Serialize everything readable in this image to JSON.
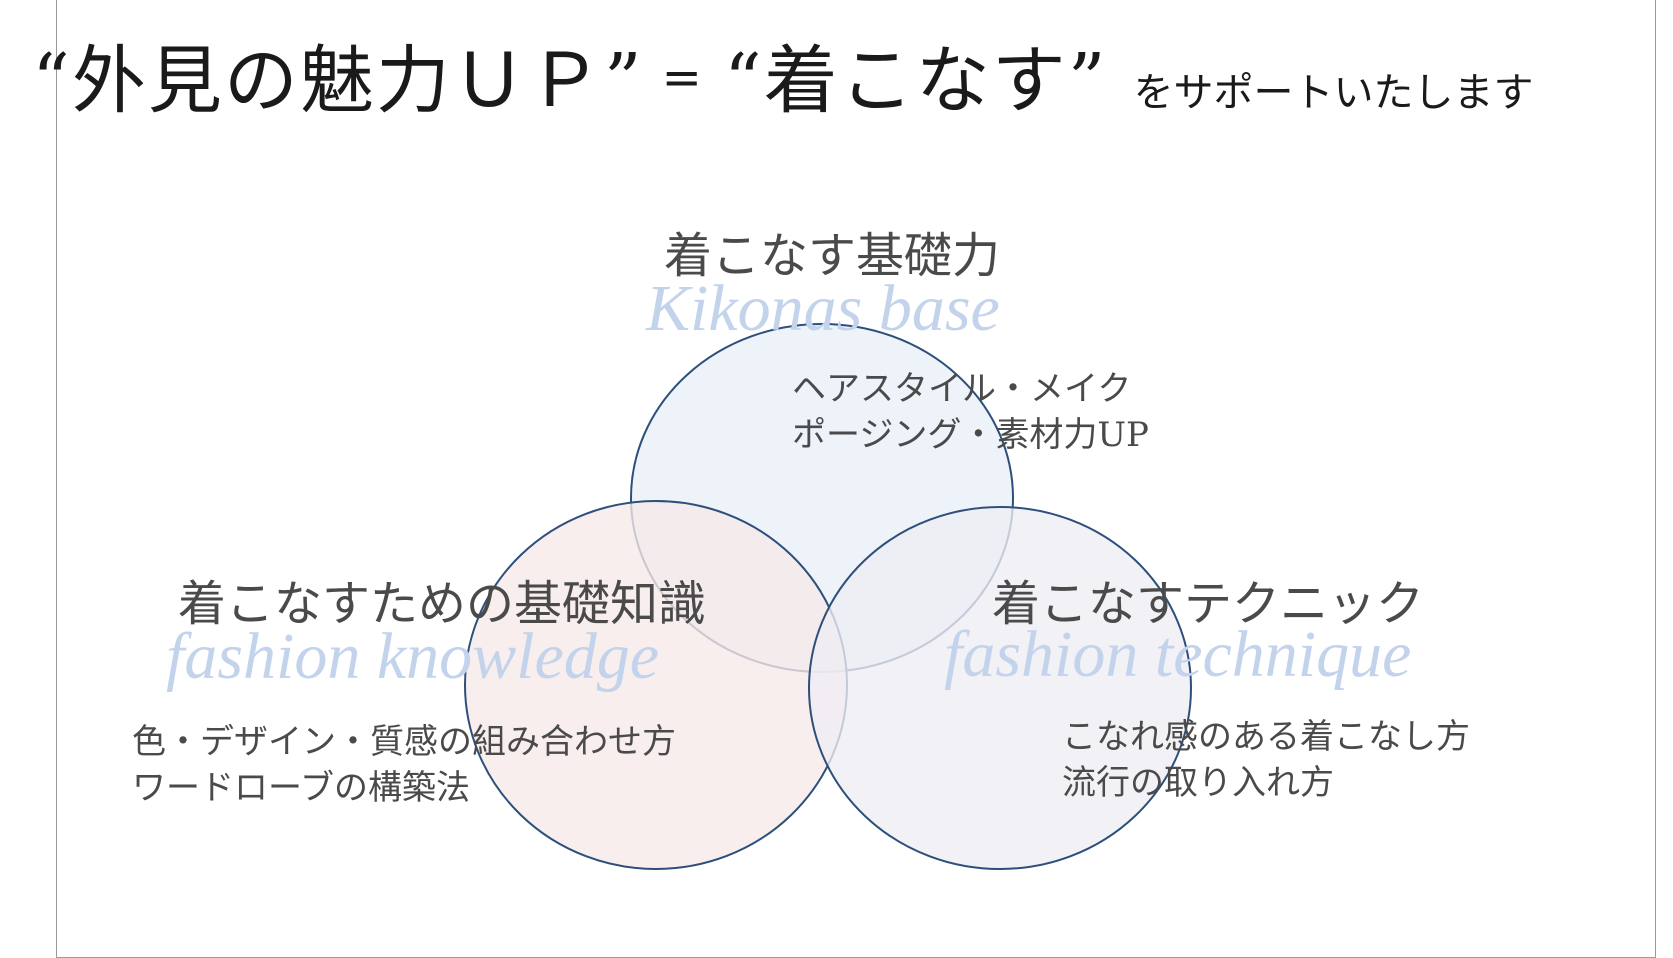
{
  "headline": {
    "part1": "“外見の魅力ＵＰ”",
    "equals": "=",
    "part2": "“着こなす”",
    "part3": "をサポートいたします"
  },
  "circles": {
    "top": {
      "title_jp": "着こなす基礎力",
      "title_en": "Kikonas base",
      "items": [
        "ヘアスタイル・メイク",
        "ポージング・素材力UP"
      ],
      "fill": "#e9eef7"
    },
    "left": {
      "title_jp": "着こなすための基礎知識",
      "title_en": "fashion knowledge",
      "items": [
        "色・デザイン・質感の組み合わせ方",
        "ワードローブの構築法"
      ],
      "fill": "#f6e9e9"
    },
    "right": {
      "title_jp": "着こなすテクニック",
      "title_en": "fashion technique",
      "items": [
        "こなれ感のある着こなし方",
        "流行の取り入れ方"
      ],
      "fill": "#eeedf4"
    }
  },
  "colors": {
    "circle_stroke": "#2d4f7c",
    "english_label": "#c3d3ec",
    "text": "#4a4a4a"
  }
}
